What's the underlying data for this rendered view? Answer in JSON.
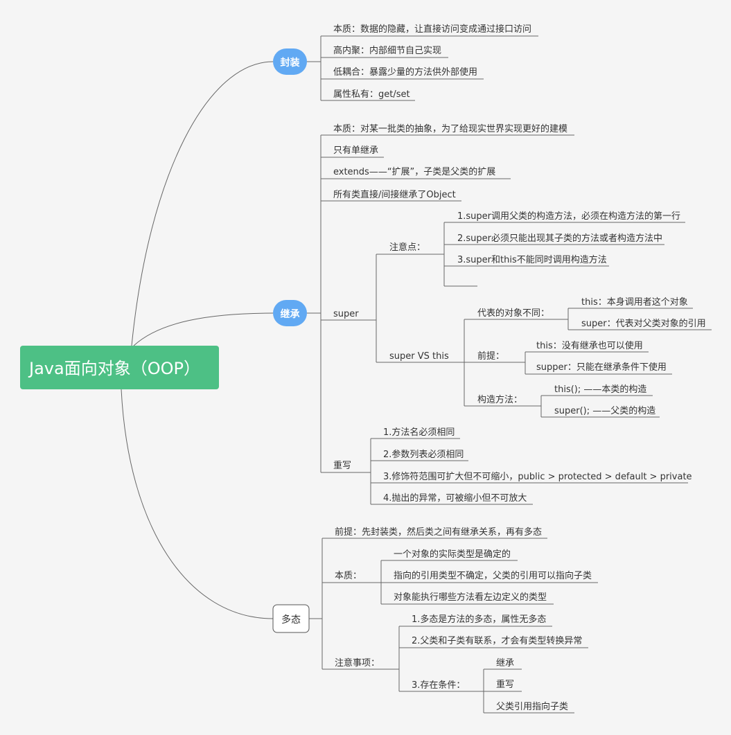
{
  "root": {
    "label": "Java面向对象（OOP）"
  },
  "colors": {
    "root_bg": "#4dc085",
    "topic_bg": "#61a9f3",
    "outline_node_bg": "#ffffff",
    "line": "#666666",
    "text": "#333333",
    "background": "#f5f5f5"
  },
  "branches": {
    "encapsulation": {
      "label": "封装",
      "items": [
        "本质：数据的隐藏，让直接访问变成通过接口访问",
        "高内聚：内部细节自己实现",
        "低耦合：暴露少量的方法供外部使用",
        "属性私有：get/set"
      ]
    },
    "inheritance": {
      "label": "继承",
      "items": [
        "本质：对某一批类的抽象，为了给现实世界实现更好的建模",
        "只有单继承",
        "extends——“扩展”，子类是父类的扩展",
        "所有类直接/间接继承了Object"
      ],
      "super": {
        "label": "super",
        "notes": {
          "label": "注意点：",
          "items": [
            "1.super调用父类的构造方法，必须在构造方法的第一行",
            "2.super必须只能出现其子类的方法或者构造方法中",
            "3.super和this不能同时调用构造方法",
            ""
          ]
        },
        "vs": {
          "label": "super VS this",
          "objects": {
            "label": "代表的对象不同：",
            "items": [
              "this：本身调用者这个对象",
              "super：代表对父类对象的引用"
            ]
          },
          "premise": {
            "label": "前提：",
            "items": [
              "this：没有继承也可以使用",
              "supper：只能在继承条件下使用"
            ]
          },
          "ctor": {
            "label": "构造方法：",
            "items": [
              "this(); ——本类的构造",
              "super(); ——父类的构造"
            ]
          }
        }
      },
      "override": {
        "label": "重写",
        "items": [
          "1.方法名必须相同",
          "2.参数列表必须相同",
          "3.修饰符范围可扩大但不可缩小，public > protected > default > private",
          "4.抛出的异常，可被缩小但不可放大"
        ]
      }
    },
    "polymorphism": {
      "label": "多态",
      "premise": "前提：先封装类，然后类之间有继承关系，再有多态",
      "essence": {
        "label": "本质：",
        "items": [
          "一个对象的实际类型是确定的",
          "指向的引用类型不确定，父类的引用可以指向子类",
          "对象能执行哪些方法看左边定义的类型"
        ]
      },
      "notes": {
        "label": "注意事项：",
        "items": [
          "1.多态是方法的多态，属性无多态",
          "2.父类和子类有联系，才会有类型转换异常"
        ],
        "conditions": {
          "label": "3.存在条件：",
          "items": [
            "继承",
            "重写",
            "父类引用指向子类"
          ]
        }
      }
    }
  }
}
